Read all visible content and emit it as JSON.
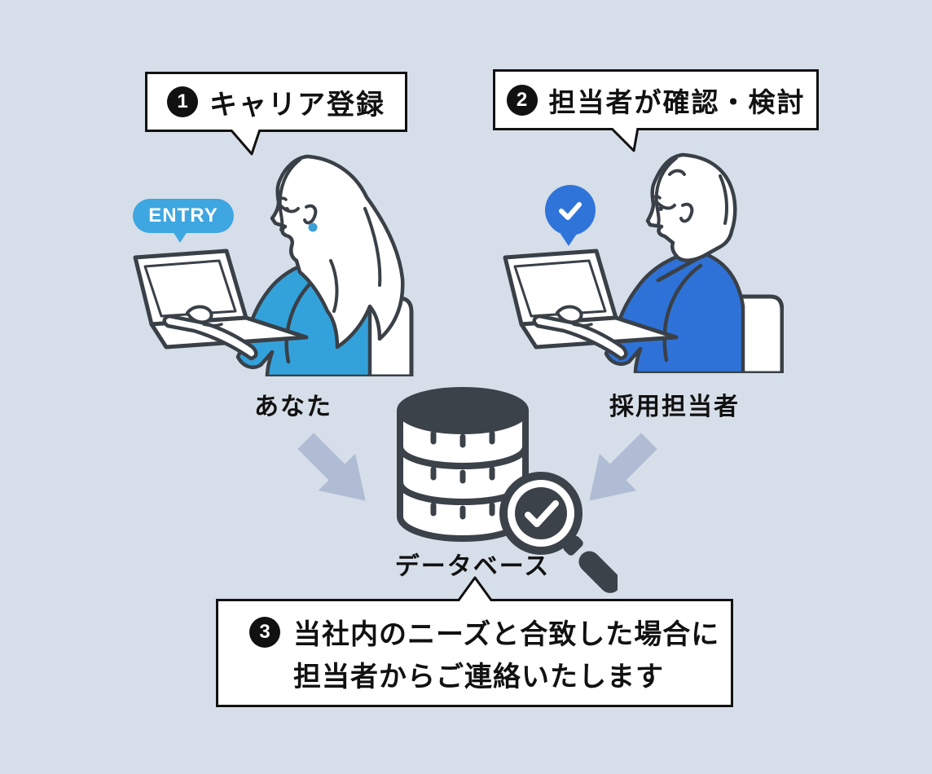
{
  "background_color": "#D6DEE9",
  "colors": {
    "callout_bg": "#FFFFFF",
    "callout_border": "#111111",
    "text_black": "#111111",
    "outline_dark": "#3A4047",
    "entry_badge_blue": "#3EA6E0",
    "check_badge_blue": "#2F74D9",
    "woman_shirt_cyan": "#33A2DB",
    "man_suit_blue": "#2E72D8",
    "arrow_gray": "#AFBCD3",
    "database_dark": "#3C4249"
  },
  "steps": [
    {
      "number": "1",
      "label": "キャリア登録"
    },
    {
      "number": "2",
      "label": "担当者が確認・検討"
    },
    {
      "number": "3",
      "line1": "当社内のニーズと合致した場合に",
      "line2": "担当者からご連絡いたします"
    }
  ],
  "actors": [
    {
      "label": "あなた",
      "badge": "ENTRY"
    },
    {
      "label": "採用担当者",
      "badge_icon": "check"
    }
  ],
  "database": {
    "label": "データベース"
  },
  "icons": {
    "check": "✓",
    "arrow_left": "arrow-down-right",
    "arrow_right": "arrow-down-left",
    "magnifier": "magnifier-with-check",
    "database": "database-cylinder"
  }
}
